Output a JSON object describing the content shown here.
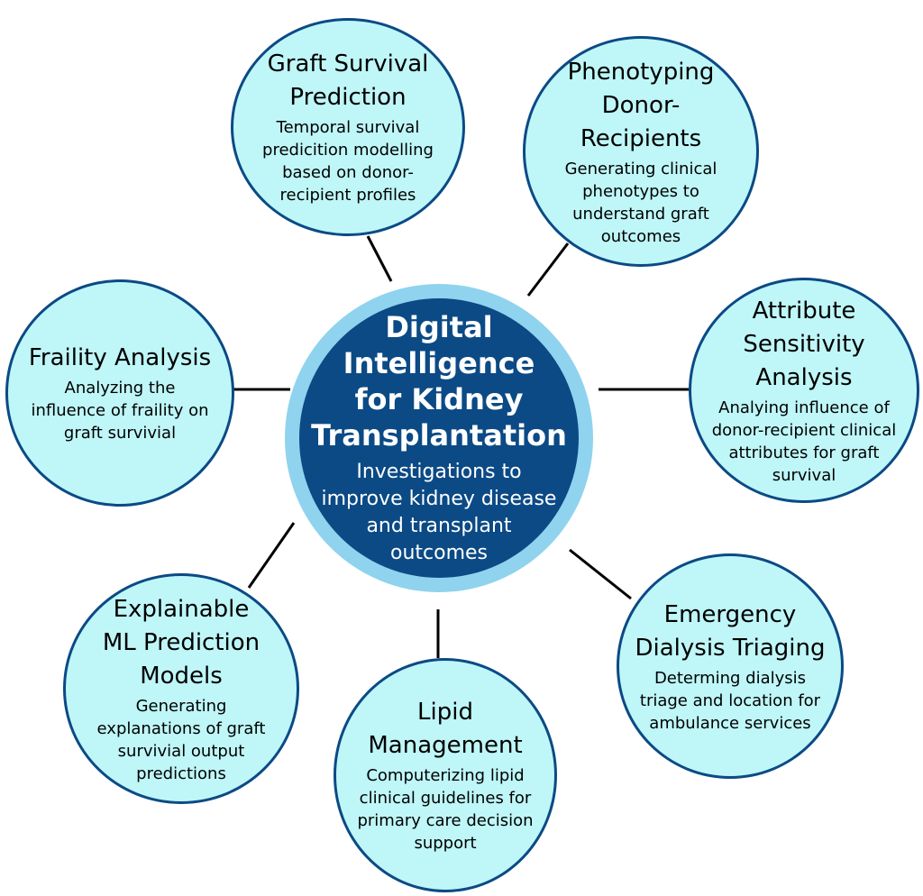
{
  "center": {
    "title": "Digital\nIntelligence\nfor Kidney\nTransplantation",
    "description": "Investigations to\nimprove kidney disease\nand transplant\noutcomes"
  },
  "nodes": [
    {
      "title": "Graft Survival\nPrediction",
      "description": "Temporal survival\npredicition modelling\nbased on donor-\nrecipient profiles"
    },
    {
      "title": "Phenotyping\nDonor-\nRecipients",
      "description": "Generating clinical\nphenotypes to\nunderstand graft\noutcomes"
    },
    {
      "title": "Attribute\nSensitivity\nAnalysis",
      "description": "Analying influence of\ndonor-recipient clinical\nattributes for graft\nsurvival"
    },
    {
      "title": "Emergency\nDialysis Triaging",
      "description": "Determing dialysis\ntriage and location for\nambulance services"
    },
    {
      "title": "Lipid\nManagement",
      "description": "Computerizing lipid\nclinical guidelines for\nprimary care decision\nsupport"
    },
    {
      "title": "Explainable\nML Prediction\nModels",
      "description": "Generating\nexplanations of graft\nsurvivial output\npredictions"
    },
    {
      "title": "Fraility Analysis",
      "description": "Analyzing the\ninfluence of fraility on\ngraft survivial"
    }
  ],
  "colors": {
    "node_fill": "#bff6f8",
    "node_border": "#0b4a85",
    "center_fill": "#0b4a85",
    "center_ring": "#8fd3ee",
    "connector": "#000000"
  }
}
